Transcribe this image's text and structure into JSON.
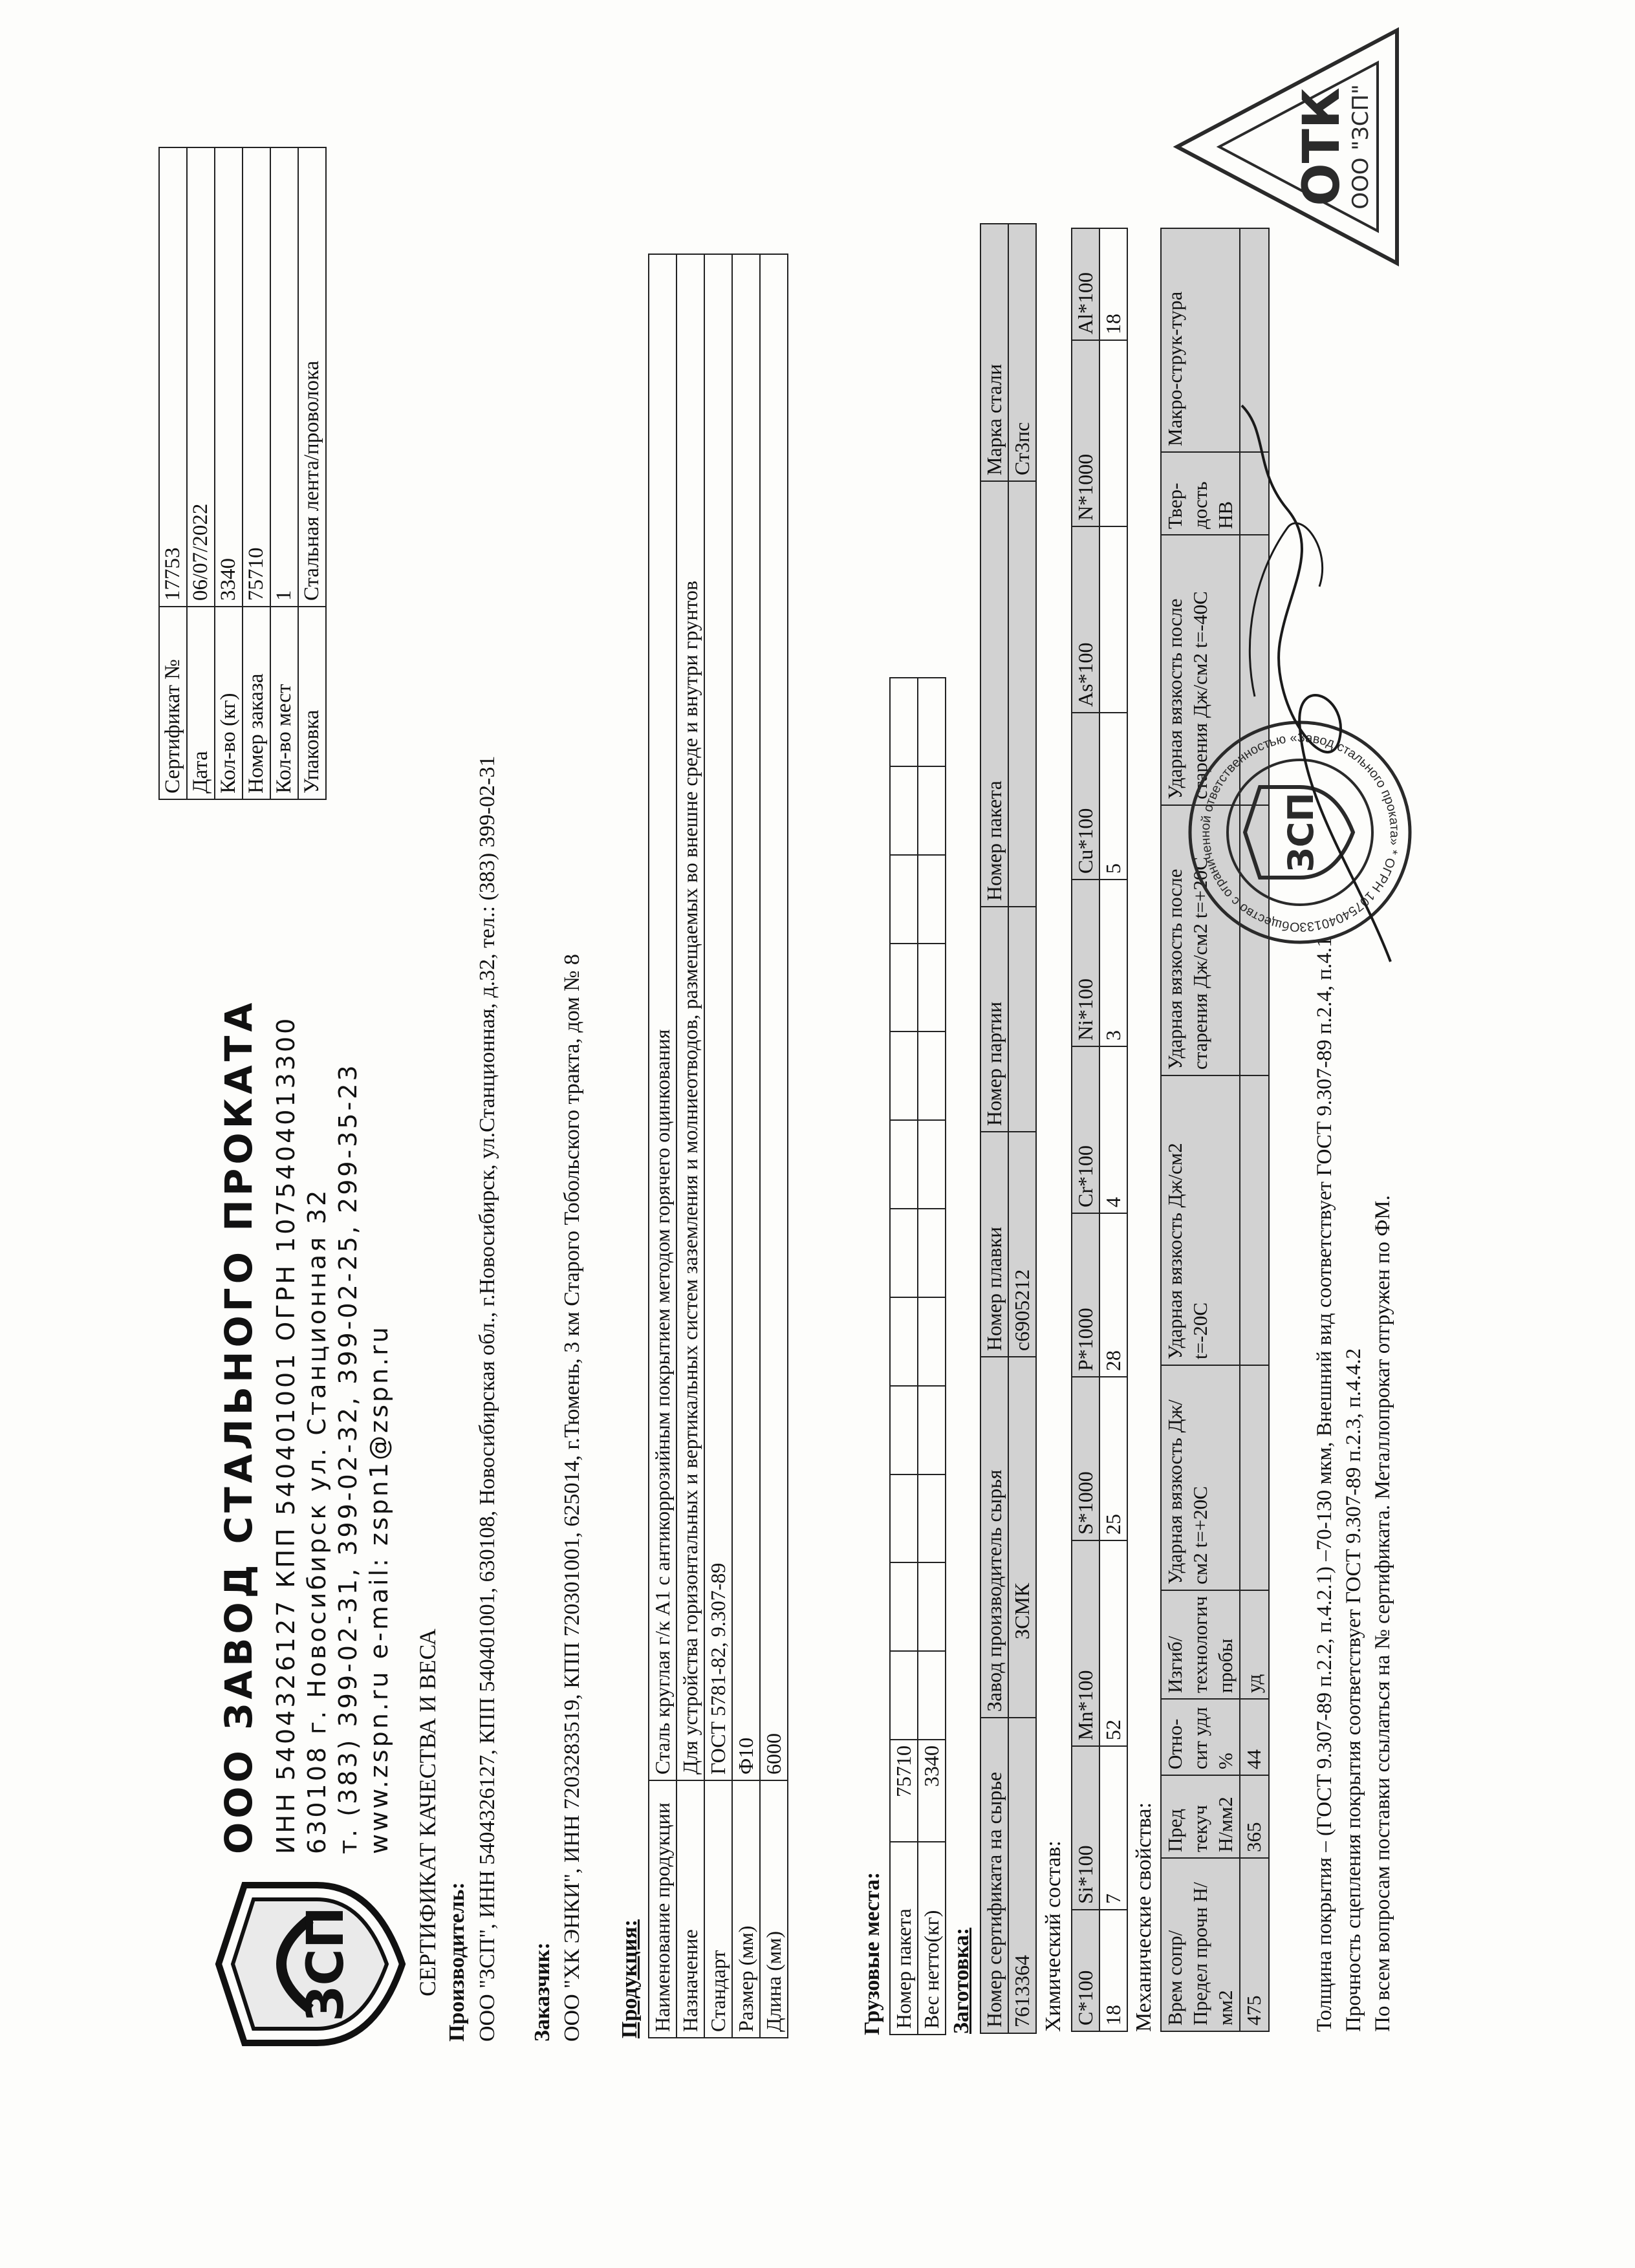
{
  "header": {
    "company": "ООО ЗАВОД СТАЛЬНОГО ПРОКАТА",
    "logo_text": "ЗСП",
    "line1": "ИНН 5404326127 КПП 540401001 ОГРН 1075404013300",
    "line2": "630108 г. Новосибирск ул. Станционная 32",
    "line3": "т. (383) 399-02-31, 399-02-32, 399-02-25, 299-35-23",
    "line4": "www.zspn.ru     e-mail: zspn1@zspn.ru"
  },
  "cert_box": {
    "rows": [
      {
        "label": "Сертификат №",
        "value": "17753"
      },
      {
        "label": "Дата",
        "value": "06/07/2022"
      },
      {
        "label": "Кол-во (кг)",
        "value": "3340"
      },
      {
        "label": "Номер заказа",
        "value": "75710"
      },
      {
        "label": "Кол-во мест",
        "value": "1"
      },
      {
        "label": "Упаковка",
        "value": "Стальная лента/проволока"
      }
    ]
  },
  "title": "СЕРТИФИКАТ КАЧЕСТВА И ВЕСА",
  "producer": {
    "label": "Производитель:",
    "text": "ООО \"ЗСП\", ИНН 5404326127, КПП 540401001, 630108, Новосибирская обл., г.Новосибирск, ул.Станционная, д.32, тел.: (383) 399-02-31"
  },
  "customer": {
    "label": "Заказчик:",
    "text": "ООО \"ХК ЭНКИ\", ИНН 7203283519, КПП 720301001, 625014, г.Тюмень, 3 км Старого Тобольского тракта, дом № 8"
  },
  "product": {
    "label": "Продукция:",
    "rows": [
      {
        "label": "Наименование продукции",
        "value": "Сталь круглая г/к  А1 с антикоррозийным покрытием методом горячего оцинкования"
      },
      {
        "label": "Назначение",
        "value": "Для устройства горизонтальных и вертикальных систем заземления и молниеотводов, размещаемых во внешне среде и внутри грунтов"
      },
      {
        "label": "Стандарт",
        "value": "ГОСТ 5781-82, 9.307-89"
      },
      {
        "label": "Размер (мм)",
        "value": "Ф10"
      },
      {
        "label": "Длина (мм)",
        "value": "6000"
      }
    ]
  },
  "cargo": {
    "label": "Грузовые места:",
    "rows": [
      {
        "label": "Номер пакета",
        "value": "75710"
      },
      {
        "label": "Вес нетто(кг)",
        "value": "3340"
      }
    ]
  },
  "blank": {
    "label": "Заготовка:",
    "headers": [
      "Номер сертификата на сырье",
      "Завод производитель сырья",
      "Номер плавки",
      "Номер партии",
      "Номер пакета",
      "Марка стали"
    ],
    "values": [
      "7613364",
      "ЗСМК",
      "с6905212",
      "",
      "",
      "Ст3пс"
    ]
  },
  "chem": {
    "label": "Химический состав:",
    "headers": [
      "C*100",
      "Si*100",
      "Mn*100",
      "S*1000",
      "P*1000",
      "Cr*100",
      "Ni*100",
      "Cu*100",
      "As*100",
      "N*1000",
      "Al*100"
    ],
    "values": [
      "18",
      "7",
      "52",
      "25",
      "28",
      "4",
      "3",
      "5",
      "",
      "",
      "18"
    ]
  },
  "mech": {
    "label": "Механические свойства:",
    "headers": [
      "Врем сопр/ Предел прочн Н/мм2",
      "Пред текуч Н/мм2",
      "Отно-сит удл %",
      "Изгиб/ технологич пробы",
      "Ударная вязкость Дж/см2 t=+20C",
      "Ударная вязкость Дж/см2 t=-20C",
      "Ударная вязкость после старения Дж/см2 t=+20C",
      "Ударная вязкость после старения Дж/см2 t=-40C",
      "Твер-дость НВ",
      "Макро-струк-тура"
    ],
    "values": [
      "475",
      "365",
      "44",
      "уд",
      "",
      "",
      "",
      "",
      "",
      ""
    ]
  },
  "notes": [
    "Толщина покрытия – (ГОСТ 9.307-89 п.2.2, п.4.2.1) –70-130 мкм, Внешний вид соответствует ГОСТ 9.307-89 п.2.4, п.4.1",
    "Прочность сцепления покрытия соответствует ГОСТ 9.307-89 п.2.3, п.4.4.2",
    "По всем вопросам поставки ссылаться на № сертификата. Металлопрокат отгружен по ФМ."
  ],
  "stamp_round": {
    "ring": "Общество с ограниченной ответственностью «Завод стального проката» * ОГРН 1075404013300 * Россия, г.Новосибирск",
    "center": "ЗСП"
  },
  "stamp_triangle": {
    "top": "ООО \"ЗСП\"",
    "center": "ОТК"
  }
}
